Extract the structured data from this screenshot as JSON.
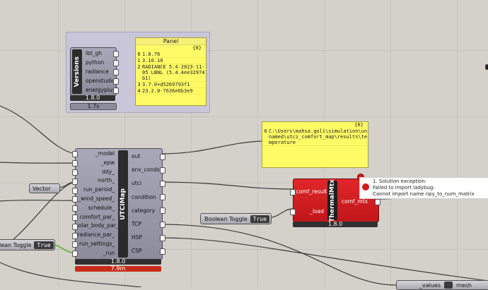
{
  "versions": {
    "title": "Versions",
    "inputs": [],
    "outputs": [
      "lbt_gh",
      "python",
      "radiance",
      "openstudio",
      "energyplus"
    ],
    "version": "1.8.0",
    "runtime": "1.7s"
  },
  "panel_versions": {
    "title": "Panel",
    "count": "{0}",
    "rows": [
      {
        "idx": "0",
        "text": "1.8.76"
      },
      {
        "idx": "1",
        "text": "3.10.10"
      },
      {
        "idx": "2",
        "text": "RADIANCE 5.4 2023-11-05 LBNL (5.4.4ee32974b1)"
      },
      {
        "idx": "3",
        "text": "3.7.0+d5269793f1"
      },
      {
        "idx": "4",
        "text": "23.2.0-7636e6b3e9"
      }
    ]
  },
  "panel_path": {
    "count": "{0}",
    "rows": [
      {
        "idx": "0",
        "text": "C:\\Users\\mahsa.goli\\simulation\\unnamed\\utci_comfort_map\\results\\temperature"
      }
    ]
  },
  "utci": {
    "title": "UTCIMap",
    "inputs": [
      "_model",
      "_epw",
      "ddy_",
      "north_",
      "run_period_",
      "_wind_speed_",
      "schedule_",
      "comfort_par_",
      "solar_body_par_",
      "radiance_par_",
      "run_settings_",
      "_run"
    ],
    "outputs": [
      "out",
      "env_conds",
      "utci",
      "condition",
      "category",
      "TCP",
      "HSP",
      "CSP"
    ],
    "version": "1.8.0",
    "runtime": "7.9m"
  },
  "thermal": {
    "title": "ThermalMtx",
    "inputs": [
      "_comf_result",
      "_load"
    ],
    "outputs": [
      "comf_mtx"
    ],
    "version": "1.8.0"
  },
  "error": {
    "lines": [
      "1. Solution exception:",
      "Failed to import ladybug:",
      "Cannot import name npy_to_num_matrix"
    ]
  },
  "vector": {
    "label": "Vector"
  },
  "toggle_mid": {
    "label": "Boolean Toggle",
    "value": "True"
  },
  "toggle_left": {
    "label": "lean Toggle",
    "value": "True"
  },
  "bottom_node": {
    "left": "_values",
    "right": "mesh"
  },
  "colors": {
    "canvas": "#d3d1ca",
    "panel": "#fffb66",
    "error_red": "#c92b1a",
    "toggle_green": "#6dbb4a",
    "wire": "#3a3a3a"
  }
}
